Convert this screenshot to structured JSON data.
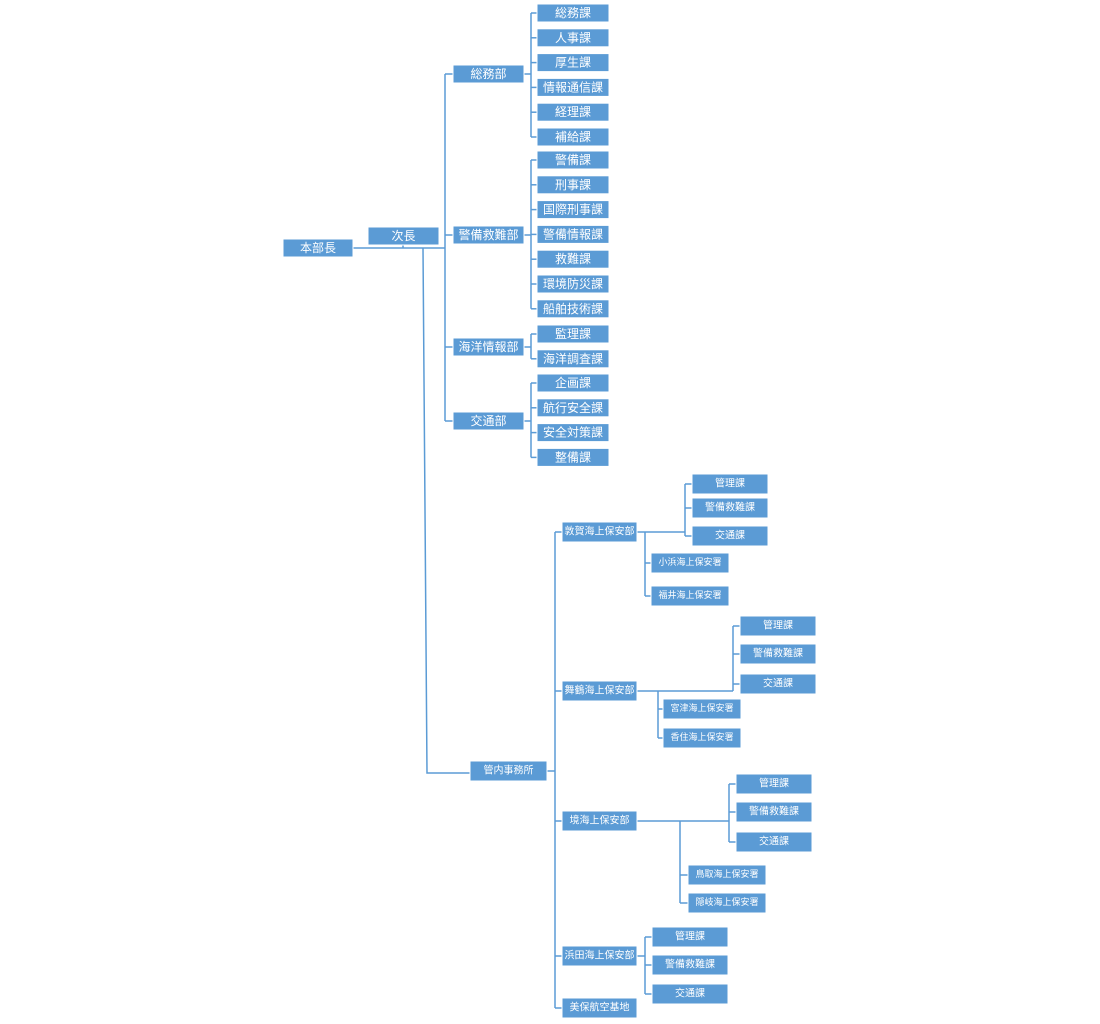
{
  "org_chart": {
    "root": "本部長",
    "deputy": "次長",
    "departments": {
      "somu": {
        "label": "総務部",
        "sections": [
          "総務課",
          "人事課",
          "厚生課",
          "情報通信課",
          "経理課",
          "補給課"
        ]
      },
      "keibi": {
        "label": "警備救難部",
        "sections": [
          "警備課",
          "刑事課",
          "国際刑事課",
          "警備情報課",
          "救難課",
          "環境防災課",
          "船舶技術課"
        ]
      },
      "kaiyo": {
        "label": "海洋情報部",
        "sections": [
          "監理課",
          "海洋調査課"
        ]
      },
      "kotsu": {
        "label": "交通部",
        "sections": [
          "企画課",
          "航行安全課",
          "安全対策課",
          "整備課"
        ]
      }
    },
    "regional": {
      "label": "管内事務所",
      "offices": {
        "tsuruga": {
          "label": "敦賀海上保安部",
          "sections": [
            "管理課",
            "警備救難課",
            "交通課"
          ],
          "stations": [
            "小浜海上保安署",
            "福井海上保安署"
          ]
        },
        "maizuru": {
          "label": "舞鶴海上保安部",
          "sections": [
            "管理課",
            "警備救難課",
            "交通課"
          ],
          "stations": [
            "宮津海上保安署",
            "香住海上保安署"
          ]
        },
        "sakai": {
          "label": "境海上保安部",
          "sections": [
            "管理課",
            "警備救難課",
            "交通課"
          ],
          "stations": [
            "鳥取海上保安署",
            "隠岐海上保安署"
          ]
        },
        "hamada": {
          "label": "浜田海上保安部",
          "sections": [
            "管理課",
            "警備救難課",
            "交通課"
          ]
        },
        "miho": {
          "label": "美保航空基地"
        }
      }
    }
  }
}
